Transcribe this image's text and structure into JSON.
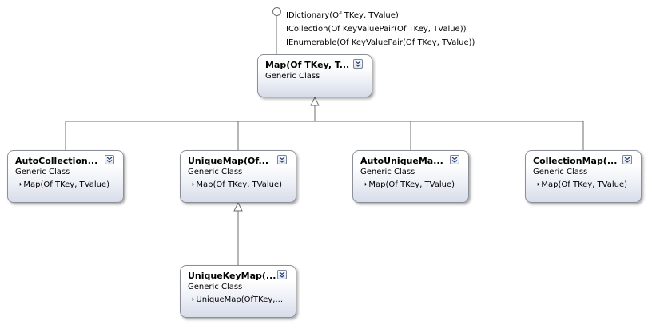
{
  "interfaces": [
    "IDictionary(Of TKey, TValue)",
    "ICollection(Of KeyValuePair(Of TKey, TValue))",
    "IEnumerable(Of KeyValuePair(Of TKey, TValue))"
  ],
  "nodes": {
    "map": {
      "title": "Map(Of TKey, T...",
      "subtitle": "Generic Class"
    },
    "auto_collection_map": {
      "title": "AutoCollection...",
      "subtitle": "Generic Class",
      "inherits": "Map(Of TKey, TValue)"
    },
    "unique_map": {
      "title": "UniqueMap(Of...",
      "subtitle": "Generic Class",
      "inherits": "Map(Of TKey, TValue)"
    },
    "auto_unique_map": {
      "title": "AutoUniqueMa...",
      "subtitle": "Generic Class",
      "inherits": "Map(Of TKey, TValue)"
    },
    "collection_map": {
      "title": "CollectionMap(...",
      "subtitle": "Generic Class",
      "inherits": "Map(Of TKey, TValue)"
    },
    "unique_key_map": {
      "title": "UniqueKeyMap(...",
      "subtitle": "Generic Class",
      "inherits": "UniqueMap(OfTKey,..."
    }
  },
  "icons": {
    "expand": "double-chevron-down-icon",
    "inherit": "inherit-arrow-icon",
    "interface": "interface-lollipop-icon",
    "generalization": "hollow-triangle-arrow-icon"
  },
  "colors": {
    "connector": "#6e6e6e",
    "node_border": "#8a8f98",
    "node_gradient_bottom": "#d7dcea"
  }
}
